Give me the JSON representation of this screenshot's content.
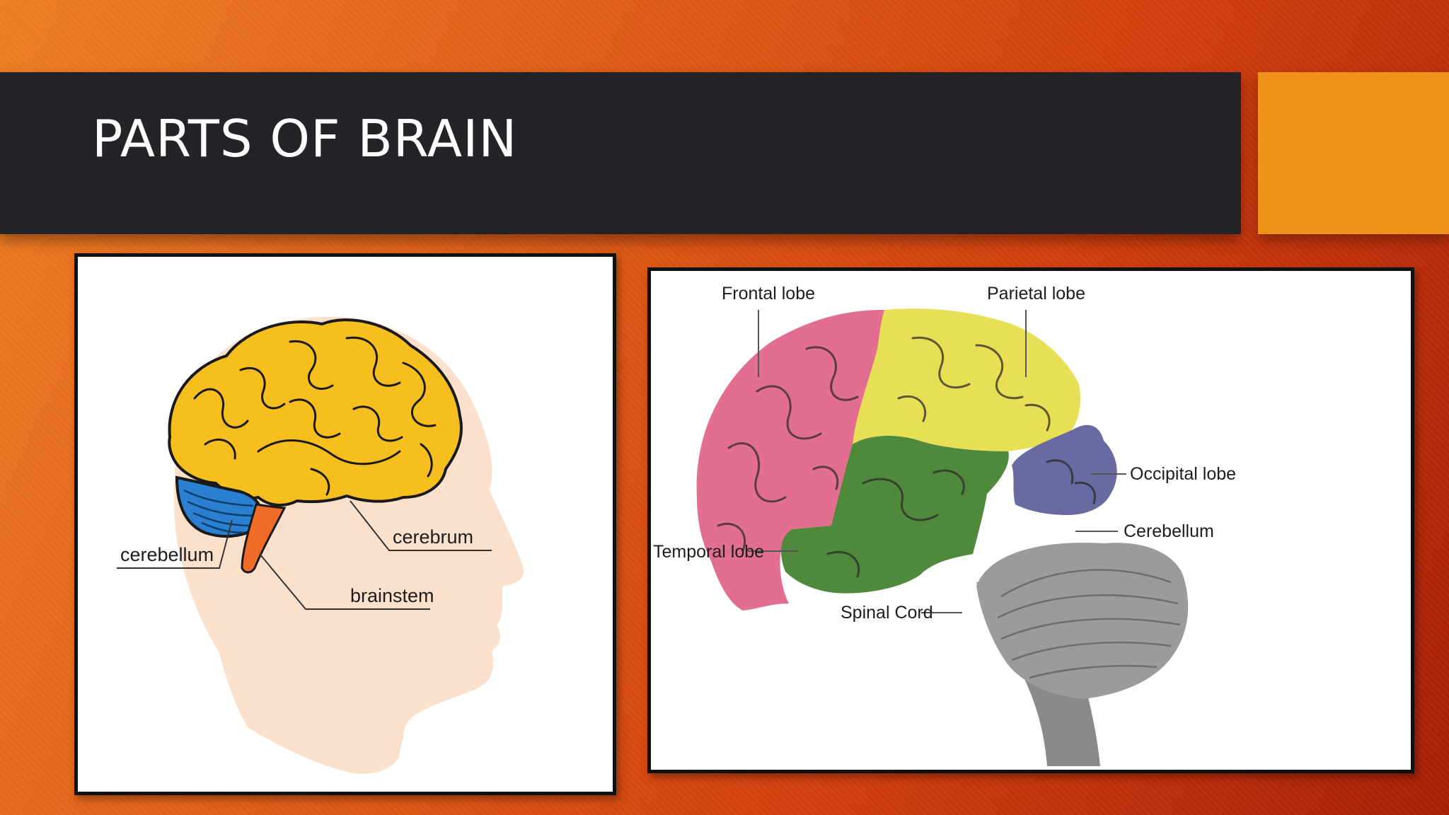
{
  "slide": {
    "title": "PARTS OF BRAIN",
    "colors": {
      "title_bar": "#252327",
      "accent_box": "#ef921a",
      "background": "#de5b16"
    }
  },
  "left_diagram": {
    "labels": {
      "cerebrum": "cerebrum",
      "cerebellum": "cerebellum",
      "brainstem": "brainstem"
    },
    "colors": {
      "head": "#fbe0cc",
      "cerebrum": "#f6bf1d",
      "cerebellum": "#2b7fd0",
      "brainstem": "#f06a28"
    }
  },
  "right_diagram": {
    "labels": {
      "frontal": "Frontal lobe",
      "parietal": "Parietal lobe",
      "occipital": "Occipital lobe",
      "cerebellum": "Cerebellum",
      "temporal": "Temporal lobe",
      "spinal": "Spinal Cord"
    },
    "colors": {
      "frontal": "#e36f90",
      "parietal": "#e7df55",
      "temporal": "#4f8a3c",
      "occipital": "#6a6aa2",
      "cerebellum": "#9a9a9a"
    }
  }
}
